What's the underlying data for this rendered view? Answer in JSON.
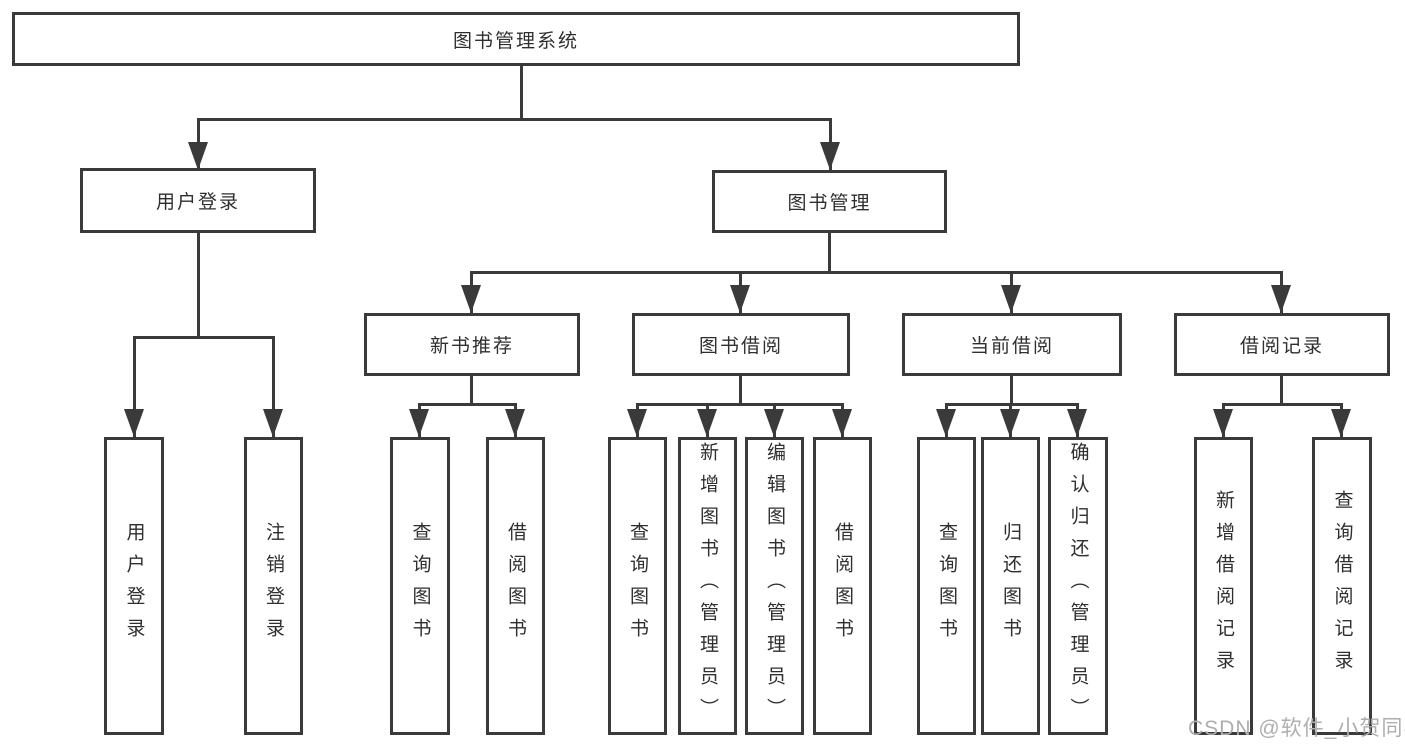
{
  "nodes": {
    "root": "图书管理系统",
    "l1": [
      "用户登录",
      "图书管理"
    ],
    "l2": [
      "新书推荐",
      "图书借阅",
      "当前借阅",
      "借阅记录"
    ],
    "leaves": [
      "用户登录",
      "注销登录",
      "查询图书",
      "借阅图书",
      "查询图书",
      "新增图书（管理员）",
      "编辑图书（管理员）",
      "借阅图书",
      "查询图书",
      "归还图书",
      "确认归还（管理员）",
      "新增借阅记录",
      "查询借阅记录"
    ]
  },
  "hierarchy": {
    "图书管理系统": {
      "用户登录": [
        "用户登录",
        "注销登录"
      ],
      "图书管理": {
        "新书推荐": [
          "查询图书",
          "借阅图书"
        ],
        "图书借阅": [
          "查询图书",
          "新增图书（管理员）",
          "编辑图书（管理员）",
          "借阅图书"
        ],
        "当前借阅": [
          "查询图书",
          "归还图书",
          "确认归还（管理员）"
        ],
        "借阅记录": [
          "新增借阅记录",
          "查询借阅记录"
        ]
      }
    }
  },
  "watermark": "CSDN @软件_小贺同学",
  "colors": {
    "line": "#3a3a3a",
    "text": "#2f2f2f",
    "watermark": "#aeaeae",
    "background": "#ffffff"
  }
}
